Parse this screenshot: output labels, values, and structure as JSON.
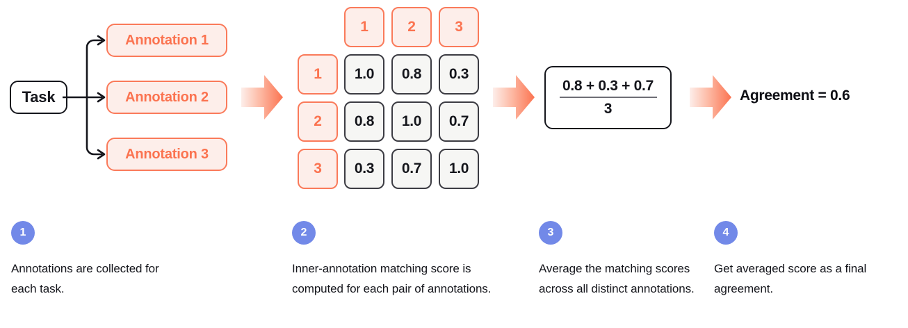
{
  "colors": {
    "coral": "#fa7a5a",
    "coral_text": "#fb7350",
    "coral_pale_fill": "#fdeeea",
    "ink": "#15161c",
    "cell_fill": "#f6f6f4",
    "badge_blue": "#7289e8",
    "background": "#ffffff"
  },
  "flow": {
    "task_label": "Task",
    "annotations": [
      {
        "label": "Annotation 1"
      },
      {
        "label": "Annotation 2"
      },
      {
        "label": "Annotation 3"
      }
    ],
    "arrows": [
      {
        "name": "arrow-task-to-matrix"
      },
      {
        "name": "arrow-matrix-to-formula"
      },
      {
        "name": "arrow-formula-to-result"
      }
    ]
  },
  "matrix": {
    "column_headers": [
      "1",
      "2",
      "3"
    ],
    "row_headers": [
      "1",
      "2",
      "3"
    ],
    "rows": [
      [
        "1.0",
        "0.8",
        "0.3"
      ],
      [
        "0.8",
        "1.0",
        "0.7"
      ],
      [
        "0.3",
        "0.7",
        "1.0"
      ]
    ]
  },
  "formula": {
    "numerator": "0.8 + 0.3 + 0.7",
    "denominator": "3"
  },
  "result": {
    "text": "Agreement = 0.6"
  },
  "steps": [
    {
      "number": "1",
      "caption": "Annotations are collected for each task."
    },
    {
      "number": "2",
      "caption": "Inner-annotation matching score is computed for each pair of annotations."
    },
    {
      "number": "3",
      "caption": "Average the matching scores across all distinct annotations."
    },
    {
      "number": "4",
      "caption": "Get averaged score as a final agreement."
    }
  ]
}
